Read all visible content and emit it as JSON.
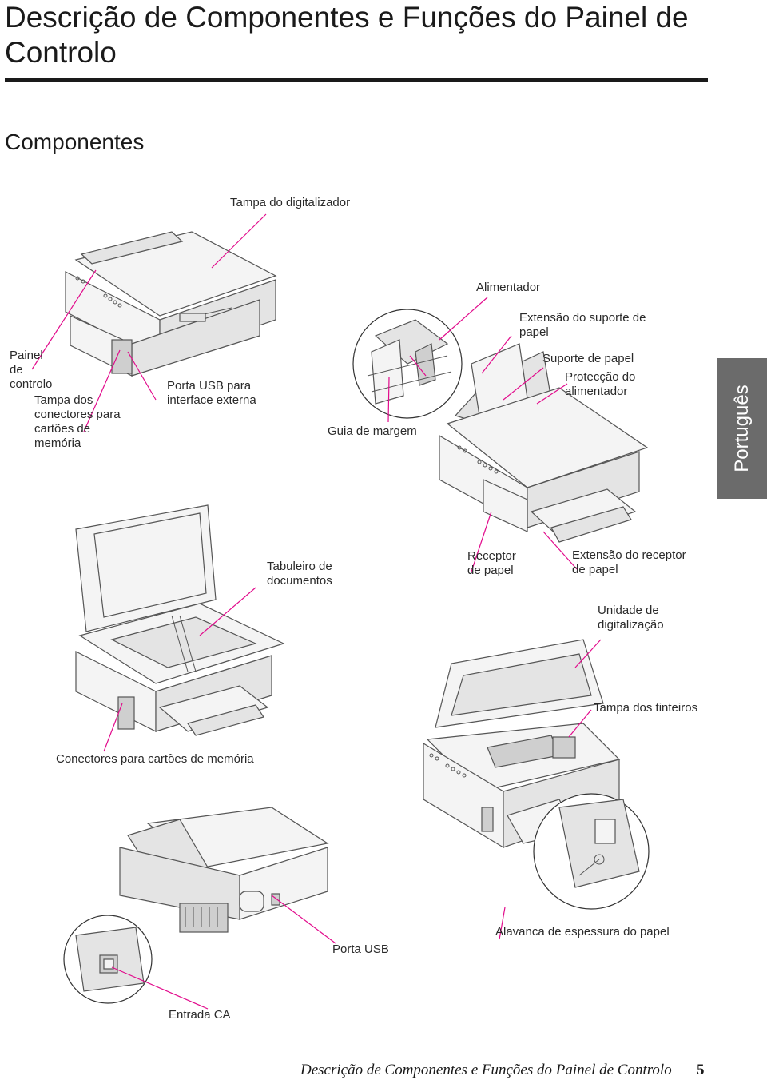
{
  "page": {
    "title": "Descrição de Componentes e Funções do Painel de Controlo",
    "section": "Componentes",
    "language_tab": "Português",
    "footer": "Descrição de Componentes e Funções do Painel de Controlo",
    "page_number": "5"
  },
  "labels": {
    "tampa_digitalizador": "Tampa do digitalizador",
    "alimentador": "Alimentador",
    "extensao_suporte": "Extensão do suporte de papel",
    "painel_controlo": "Painel de controlo",
    "tampa_conectores": "Tampa dos conectores para cartões de memória",
    "porta_usb_interface": "Porta USB para interface externa",
    "guia_margem": "Guia de margem",
    "suporte_papel": "Suporte de papel",
    "proteccao_alimentador": "Protecção do alimentador",
    "tabuleiro_documentos": "Tabuleiro de documentos",
    "receptor_papel": "Receptor de papel",
    "extensao_receptor": "Extensão do receptor de papel",
    "unidade_digitalizacao": "Unidade de digitalização",
    "tampa_tinteiros": "Tampa dos tinteiros",
    "conectores_cartoes": "Conectores para cartões de memória",
    "alavanca_espessura": "Alavanca de espessura do papel",
    "porta_usb": "Porta USB",
    "entrada_ca": "Entrada CA"
  },
  "colors": {
    "callout_line": "#e20b8c",
    "tab_background": "#6b6b6b",
    "text": "#1a1a1a"
  }
}
